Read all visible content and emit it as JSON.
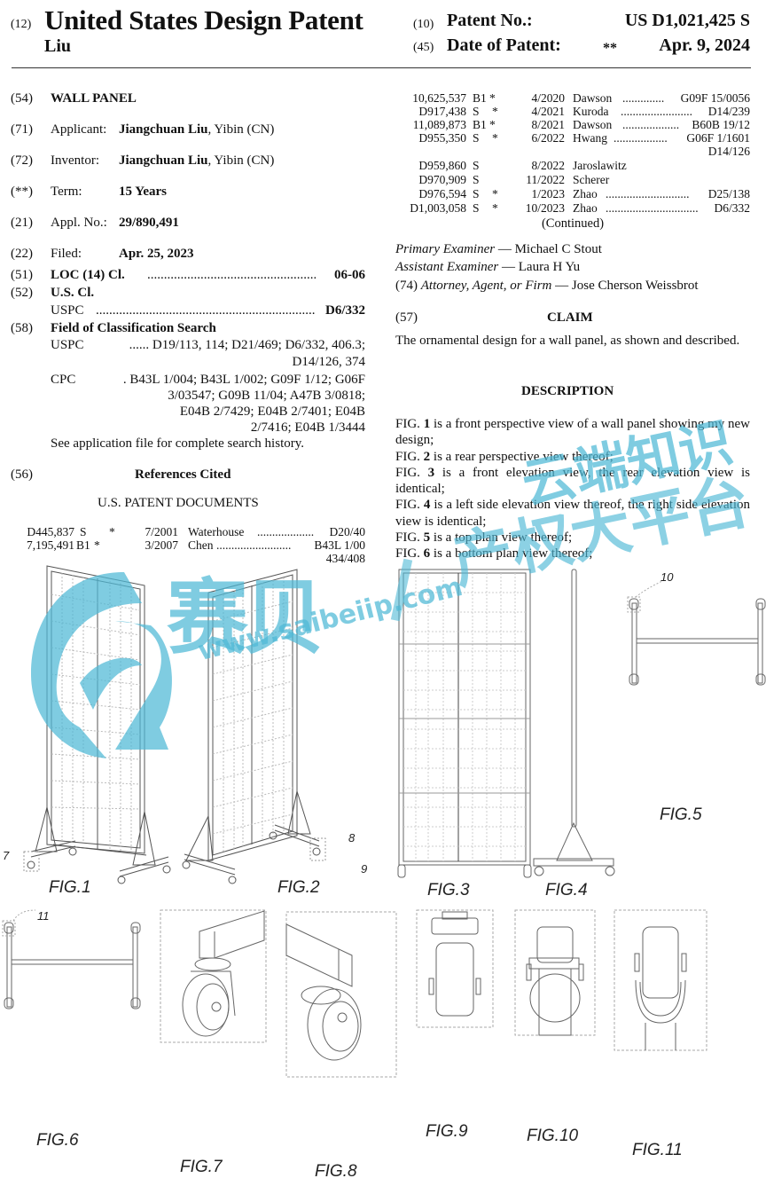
{
  "header": {
    "code_12": "(12)",
    "doc_type": "United States Design Patent",
    "inventor_surname": "Liu",
    "code_10": "(10)",
    "patent_no_label": "Patent No.:",
    "patent_no": "US D1,021,425 S",
    "code_45": "(45)",
    "date_label": "Date of Patent:",
    "date_marker": "**",
    "date": "Apr. 9, 2024"
  },
  "biblio": {
    "title": {
      "code": "(54)",
      "value": "WALL PANEL"
    },
    "applicant": {
      "code": "(71)",
      "label": "Applicant:",
      "name": "Jiangchuan Liu",
      "location": ", Yibin (CN)"
    },
    "inventor": {
      "code": "(72)",
      "label": "Inventor:",
      "name": "Jiangchuan Liu",
      "location": ", Yibin (CN)"
    },
    "term": {
      "code": "(**)",
      "label": "Term:",
      "value": "15 Years"
    },
    "appl_no": {
      "code": "(21)",
      "label": "Appl. No.:",
      "value": "29/890,491"
    },
    "filed": {
      "code": "(22)",
      "label": "Filed:",
      "value": "Apr. 25, 2023"
    },
    "loc": {
      "code": "(51)",
      "label": "LOC (14) Cl.",
      "value": "06-06"
    },
    "us_cl": {
      "code": "(52)",
      "label": "U.S. Cl.",
      "uspc_label": "USPC",
      "value": "D6/332"
    },
    "field_search": {
      "code": "(58)",
      "label": "Field of Classification Search",
      "uspc_label": "USPC",
      "uspc_lines": [
        "...... D19/113, 114; D21/469; D6/332, 406.3;",
        "D14/126, 374"
      ],
      "cpc_label": "CPC",
      "cpc_lines": [
        ". B43L 1/004; B43L 1/002; G09F 1/12; G06F",
        "3/03547; G09B 11/04; A47B 3/0818;",
        "E04B 2/7429; E04B 2/7401; E04B",
        "2/7416; E04B 1/3444"
      ],
      "note": "See application file for complete search history."
    }
  },
  "references": {
    "code": "(56)",
    "heading": "References Cited",
    "subheading": "U.S. PATENT DOCUMENTS",
    "left": [
      {
        "number": "D445,837",
        "kind": "S",
        "star": "*",
        "date": "7/2001",
        "name": "Waterhouse",
        "dots": "...................",
        "cls": "D20/40"
      },
      {
        "number": "7,195,491",
        "kind": "B1",
        "star": "*",
        "date": "3/2007",
        "name": "Chen",
        "dots": ".........................",
        "cls": "B43L 1/00"
      },
      {
        "number": "",
        "kind": "",
        "star": "",
        "date": "",
        "name": "",
        "dots": "",
        "cls": "434/408"
      }
    ],
    "right": [
      {
        "number": "10,625,537",
        "kind": "B1",
        "star": "*",
        "date": "4/2020",
        "name": "Dawson",
        "dots": "..............",
        "cls": "G09F 15/0056"
      },
      {
        "number": "D917,438",
        "kind": "S",
        "star": "*",
        "date": "4/2021",
        "name": "Kuroda",
        "dots": "........................",
        "cls": "D14/239"
      },
      {
        "number": "11,089,873",
        "kind": "B1",
        "star": "*",
        "date": "8/2021",
        "name": "Dawson",
        "dots": "...................",
        "cls": "B60B 19/12"
      },
      {
        "number": "D955,350",
        "kind": "S",
        "star": "*",
        "date": "6/2022",
        "name": "Hwang",
        "dots": "..................",
        "cls": "G06F 1/1601"
      },
      {
        "number": "",
        "kind": "",
        "star": "",
        "date": "",
        "name": "",
        "dots": "",
        "cls": "D14/126"
      },
      {
        "number": "D959,860",
        "kind": "S",
        "star": "",
        "date": "8/2022",
        "name": "Jaroslawitz",
        "dots": "",
        "cls": ""
      },
      {
        "number": "D970,909",
        "kind": "S",
        "star": "",
        "date": "11/2022",
        "name": "Scherer",
        "dots": "",
        "cls": ""
      },
      {
        "number": "D976,594",
        "kind": "S",
        "star": "*",
        "date": "1/2023",
        "name": "Zhao",
        "dots": "............................",
        "cls": "D25/138"
      },
      {
        "number": "D1,003,058",
        "kind": "S",
        "star": "*",
        "date": "10/2023",
        "name": "Zhao",
        "dots": "...............................",
        "cls": "D6/332"
      }
    ],
    "continued": "(Continued)"
  },
  "examiners": {
    "primary_label": "Primary Examiner",
    "primary_name": "— Michael C Stout",
    "assistant_label": "Assistant Examiner",
    "assistant_name": "— Laura H Yu",
    "attorney_code": "(74)",
    "attorney_label": "Attorney, Agent, or Firm",
    "attorney_name": "— Jose Cherson Weissbrot"
  },
  "claim": {
    "code": "(57)",
    "heading": "CLAIM",
    "text": "The ornamental design for a wall panel, as shown and described."
  },
  "description": {
    "heading": "DESCRIPTION",
    "items": [
      {
        "prefix": "FIG. ",
        "num": "1",
        "text": " is a front perspective view of a wall panel showing my new design;"
      },
      {
        "prefix": "FIG. ",
        "num": "2",
        "text": " is a rear perspective view thereof;"
      },
      {
        "prefix": "FIG. ",
        "num": "3",
        "text": " is a front elevation view, the rear elevation view is identical;"
      },
      {
        "prefix": "FIG. ",
        "num": "4",
        "text": " is a left side elevation view thereof, the right side elevation view is identical;"
      },
      {
        "prefix": "FIG. ",
        "num": "5",
        "text": " is a top plan view thereof;"
      },
      {
        "prefix": "FIG. ",
        "num": "6",
        "text": " is a bottom plan view thereof;"
      }
    ]
  },
  "figures": {
    "fig1": "FIG.1",
    "fig2": "FIG.2",
    "fig3": "FIG.3",
    "fig4": "FIG.4",
    "fig5": "FIG.5",
    "fig6": "FIG.6",
    "fig7": "FIG.7",
    "fig8": "FIG.8",
    "fig9": "FIG.9",
    "fig10": "FIG.10",
    "fig11": "FIG.11",
    "ref7": "7",
    "ref8": "8",
    "ref9": "9",
    "ref10": "10",
    "ref11": "11"
  },
  "watermark": {
    "brand": "赛贝",
    "url": "www.saibeiip.com",
    "slogan_top": "云端知识",
    "slogan_bottom": "产权大平台",
    "color": "#4fb9d6"
  }
}
